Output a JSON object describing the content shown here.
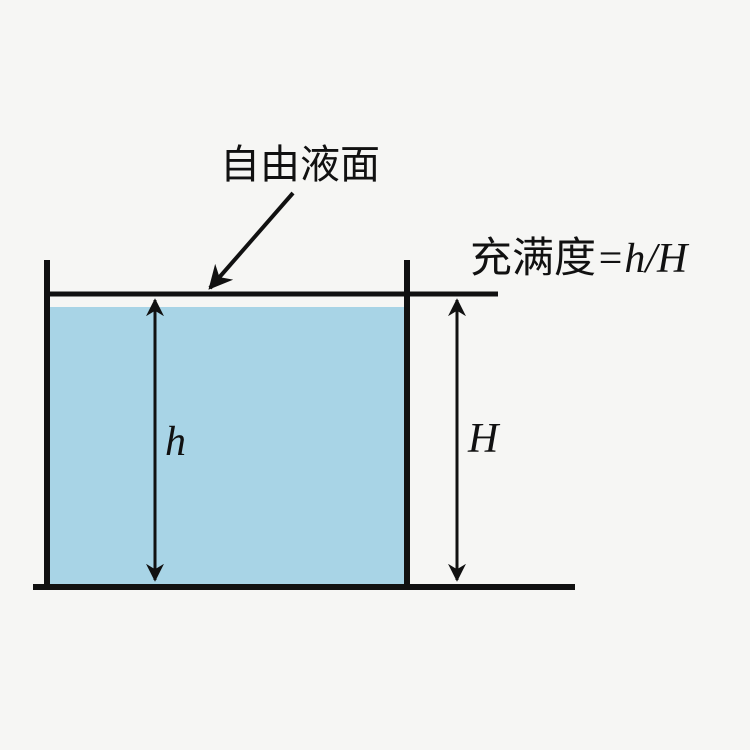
{
  "diagram": {
    "type": "container-fill-level",
    "labels": {
      "free_surface": "自由液面",
      "fill_ratio_prefix": "充满度",
      "fill_ratio_formula": "=h/H",
      "liquid_height": "h",
      "container_height": "H"
    },
    "colors": {
      "background": "#f6f6f4",
      "liquid": "#a8d4e6",
      "lines": "#111111"
    }
  }
}
